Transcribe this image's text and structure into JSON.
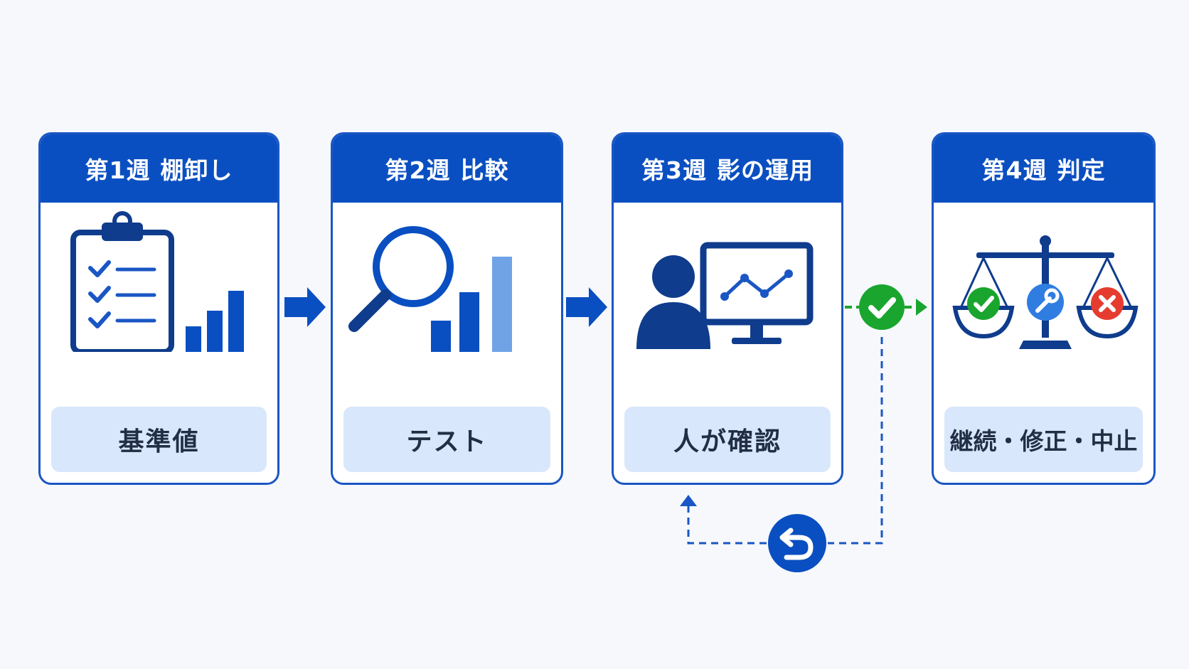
{
  "steps": [
    {
      "week": "第1週",
      "title": "棚卸し",
      "label": "基準値",
      "icon": "clipboard-chart-icon"
    },
    {
      "week": "第2週",
      "title": "比較",
      "label": "テスト",
      "icon": "magnifier-chart-icon"
    },
    {
      "week": "第3週",
      "title": "影の運用",
      "label": "人が確認",
      "icon": "person-monitor-icon"
    },
    {
      "week": "第4週",
      "title": "判定",
      "label": "継続・修正・中止",
      "icon": "balance-scale-icon"
    }
  ],
  "connectors": {
    "arrow_icon": "right-arrow-icon",
    "approve_icon": "check-circle-icon",
    "loop_icon": "undo-icon"
  },
  "colors": {
    "primary": "#0a4fc1",
    "icon_dark": "#0f3c8c",
    "label_bg": "#d8e7fb",
    "approve_green": "#1aa52f",
    "reject_red": "#e53c2f",
    "modify_blue": "#2f7de1"
  }
}
